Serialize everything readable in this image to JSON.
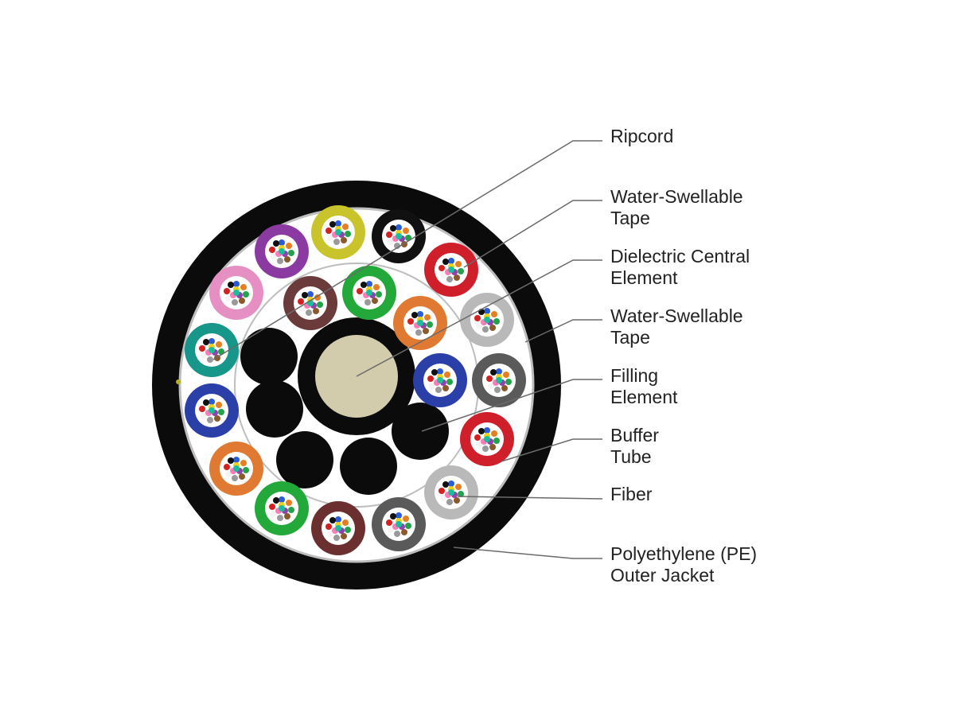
{
  "colors": {
    "jacket": "#0b0b0b",
    "tape_fill": "#ffffff",
    "tape_line": "#bdbdbd",
    "filler": "#0b0b0b",
    "core": "#d3ccac",
    "core_ring": "#0b0b0b",
    "leader": "#6a6a6a",
    "label_text": "#222222"
  },
  "labels": [
    {
      "id": "ripcord",
      "lines": [
        "Ripcord"
      ]
    },
    {
      "id": "water-swellable-tape-inner",
      "lines": [
        "Water-Swellable",
        "Tape"
      ]
    },
    {
      "id": "dielectric-central-element",
      "lines": [
        "Dielectric Central",
        "Element"
      ]
    },
    {
      "id": "water-swellable-tape-outer",
      "lines": [
        "Water-Swellable",
        "Tape"
      ]
    },
    {
      "id": "filling-element",
      "lines": [
        "Filling",
        "Element"
      ]
    },
    {
      "id": "buffer-tube",
      "lines": [
        "Buffer",
        "Tube"
      ]
    },
    {
      "id": "fiber",
      "lines": [
        "Fiber"
      ]
    },
    {
      "id": "pe-outer-jacket",
      "lines": [
        "Polyethylene (PE)",
        "Outer Jacket"
      ]
    }
  ],
  "buffer_tube_colors": {
    "outer_ring": [
      "#c9c42b",
      "#111111",
      "#cf1f2a",
      "#b9b9b9",
      "#5a5a5a",
      "#cf1f2a",
      "#b9b9b9",
      "#5a5a5a",
      "#6b2f2f",
      "#23a83a",
      "#e07a33",
      "#2a3fa8",
      "#17968a",
      "#e58fc2",
      "#8a3aa0"
    ],
    "inner_ring": [
      "#6b3a3a",
      "#23a83a",
      "#e07a33",
      "#2a3fa8"
    ]
  },
  "fiber_colors": [
    "#2a5bd8",
    "#e67e22",
    "#22a34a",
    "#8b5a2b",
    "#9a9a9a",
    "#f4f4f4",
    "#d62020",
    "#111111",
    "#e8d21e",
    "#8e44ad",
    "#ff7ab8",
    "#1abc9c"
  ]
}
